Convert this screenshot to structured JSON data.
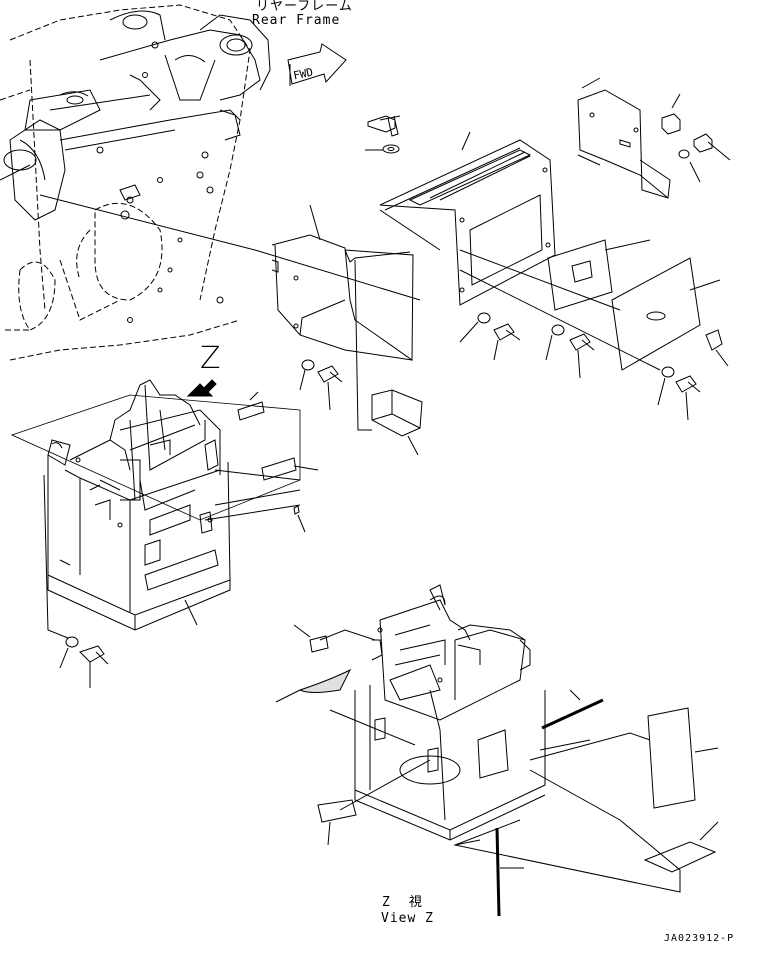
{
  "labels": {
    "rear_frame_jp": "リヤーフレーム",
    "rear_frame_en": "Rear Frame",
    "fwd_arrow": "FWD",
    "view_marker": "Z",
    "view_title_jp": "Z　視",
    "view_title_en": "View Z",
    "drawing_number": "JA023912-P"
  },
  "colors": {
    "line": "#000000",
    "background": "#ffffff"
  }
}
